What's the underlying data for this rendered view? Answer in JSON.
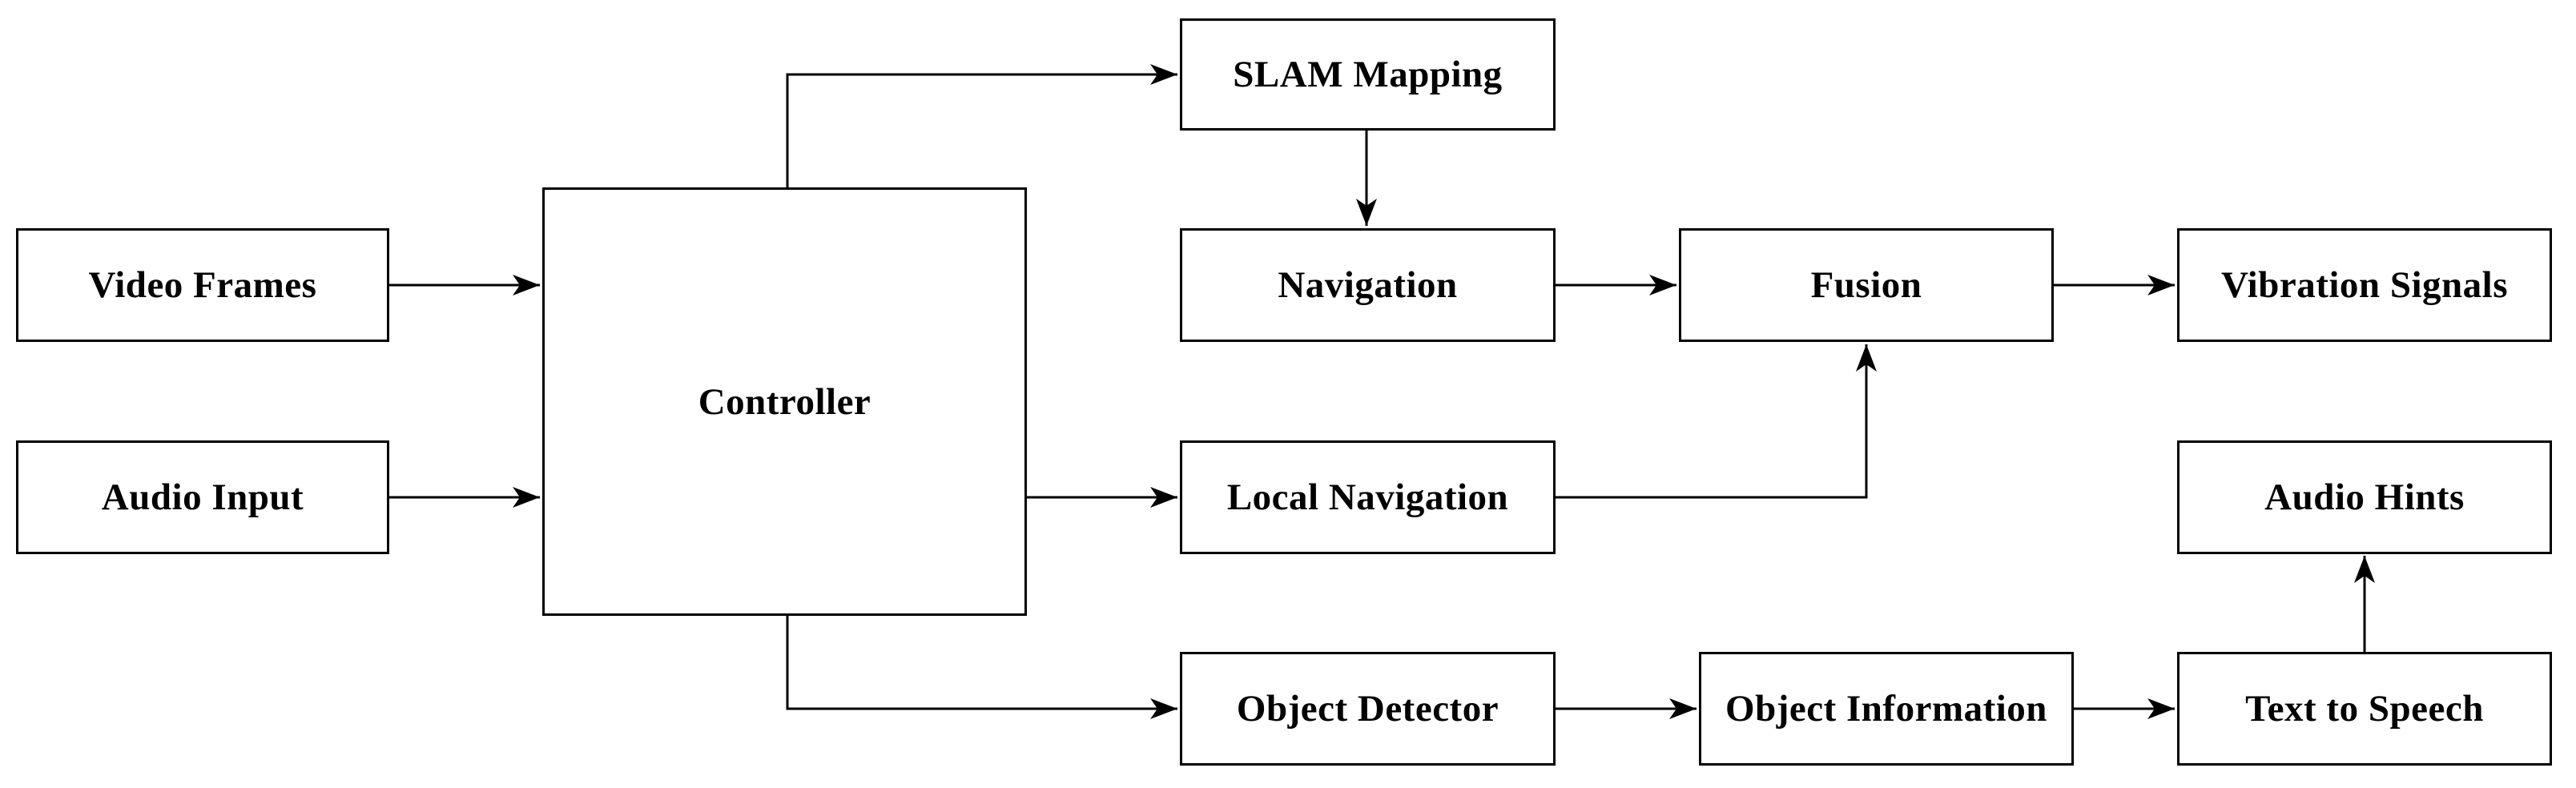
{
  "diagram": {
    "type": "flowchart",
    "background_color": "#ffffff",
    "stroke_color": "#000000",
    "text_color": "#000000",
    "nodes": {
      "video_frames": {
        "label": "Video Frames"
      },
      "audio_input": {
        "label": "Audio Input"
      },
      "controller": {
        "label": "Controller"
      },
      "slam_mapping": {
        "label": "SLAM Mapping"
      },
      "navigation": {
        "label": "Navigation"
      },
      "local_navigation": {
        "label": "Local Navigation"
      },
      "object_detector": {
        "label": "Object Detector"
      },
      "fusion": {
        "label": "Fusion"
      },
      "object_information": {
        "label": "Object Information"
      },
      "vibration_signals": {
        "label": "Vibration Signals"
      },
      "audio_hints": {
        "label": "Audio Hints"
      },
      "text_to_speech": {
        "label": "Text to Speech"
      }
    },
    "edges": [
      {
        "from": "video_frames",
        "to": "controller"
      },
      {
        "from": "audio_input",
        "to": "controller"
      },
      {
        "from": "controller",
        "to": "slam_mapping"
      },
      {
        "from": "slam_mapping",
        "to": "navigation"
      },
      {
        "from": "navigation",
        "to": "fusion"
      },
      {
        "from": "controller",
        "to": "local_navigation"
      },
      {
        "from": "local_navigation",
        "to": "fusion"
      },
      {
        "from": "fusion",
        "to": "vibration_signals"
      },
      {
        "from": "controller",
        "to": "object_detector"
      },
      {
        "from": "object_detector",
        "to": "object_information"
      },
      {
        "from": "object_information",
        "to": "text_to_speech"
      },
      {
        "from": "text_to_speech",
        "to": "audio_hints"
      }
    ]
  }
}
